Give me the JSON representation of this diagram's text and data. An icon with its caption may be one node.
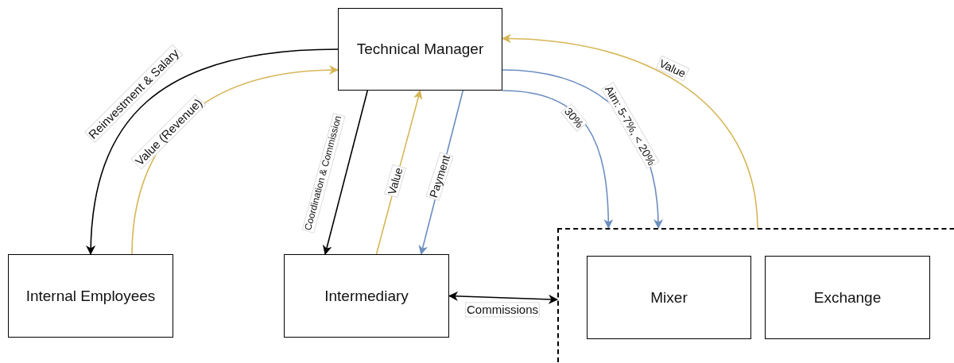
{
  "diagram": {
    "nodes": [
      {
        "text": [
          "Technical Manager"
        ]
      },
      {
        "text": [
          "Internal Employees"
        ]
      },
      {
        "text": [
          "Intermediary"
        ]
      },
      {
        "text": [],
        "shape": "box"
      },
      {
        "text": [
          "Mixer"
        ],
        "in": 3
      },
      {
        "text": [
          "Exchange"
        ],
        "in": 3
      }
    ],
    "edges": [
      {
        "from": 0,
        "to": 1,
        "arrow": "to",
        "label": "Reinvestment & Salary"
      },
      {
        "from": 1,
        "to": 0,
        "arrow": "to",
        "label": "Value (Revenue)",
        "color": "#d6b656"
      },
      {
        "from": 0,
        "to": 2,
        "arrow": "to",
        "label": "Coordination & Commission"
      },
      {
        "from": 2,
        "to": 0,
        "arrow": "to",
        "label": "Value",
        "color": "#d6b656"
      },
      {
        "from": 0,
        "to": 2,
        "arrow": "to",
        "label": "Payment",
        "color": "#6c8ebf"
      },
      {
        "from": 0,
        "to": 3,
        "arrow": "to",
        "label": "30%",
        "color": "#6c8ebf"
      },
      {
        "from": 0,
        "to": 3,
        "arrow": "to",
        "label": "Aim: 5-7%, < 20%",
        "color": "#6c8ebf"
      },
      {
        "from": 3,
        "to": 0,
        "arrow": "to",
        "label": "Value",
        "color": "#d6b656"
      },
      {
        "from": 2,
        "to": 3,
        "arrow": "both",
        "label": "Commissions"
      }
    ]
  }
}
